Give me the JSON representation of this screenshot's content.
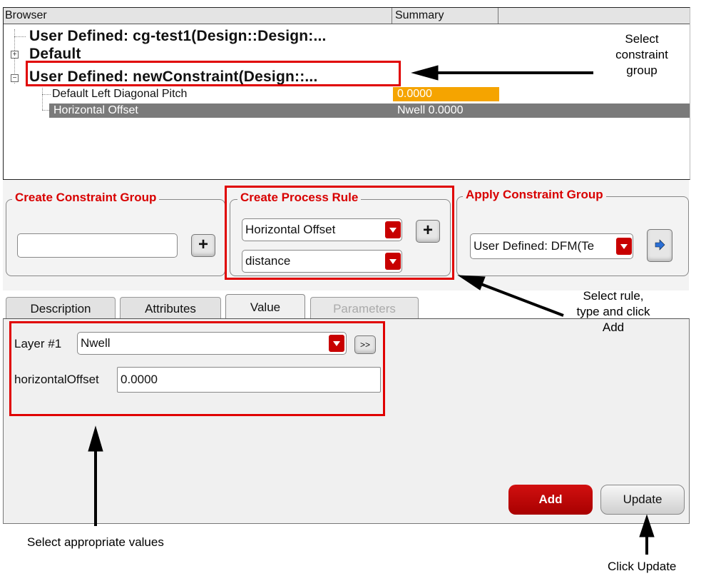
{
  "browser": {
    "header": {
      "col_browser": "Browser",
      "col_summary": "Summary"
    },
    "rows": [
      {
        "label": "User Defined: cg-test1(Design::Design:..."
      },
      {
        "label": "Default"
      },
      {
        "label": "User Defined: newConstraint(Design::..."
      },
      {
        "label": "Default Left Diagonal Pitch",
        "summary": "0.0000"
      },
      {
        "label": "Horizontal Offset",
        "summary": "Nwell 0.0000"
      }
    ]
  },
  "create_constraint_group": {
    "title": "Create Constraint Group",
    "name_value": "",
    "add_symbol": "+"
  },
  "create_process_rule": {
    "title": "Create Process Rule",
    "rule_value": "Horizontal Offset",
    "type_value": "distance",
    "add_symbol": "+"
  },
  "apply_constraint_group": {
    "title": "Apply Constraint Group",
    "group_value": "User Defined: DFM(Te"
  },
  "tabs": [
    {
      "label": "Description"
    },
    {
      "label": "Attributes"
    },
    {
      "label": "Value"
    },
    {
      "label": "Parameters"
    }
  ],
  "value_tab": {
    "layer_label": "Layer #1",
    "layer_value": "Nwell",
    "expand_label": ">>",
    "offset_label": "horizontalOffset",
    "offset_value": "0.0000"
  },
  "buttons": {
    "add": "Add",
    "update": "Update"
  },
  "annotations": {
    "select_group": [
      "Select",
      "constraint",
      "group"
    ],
    "select_rule": [
      "Select rule,",
      "type and click",
      "Add"
    ],
    "select_values": "Select appropriate values",
    "click_update": "Click Update"
  },
  "colors": {
    "highlight_red": "#e00000",
    "summary_orange": "#f5a400",
    "selected_row": "#7a7a7a"
  }
}
